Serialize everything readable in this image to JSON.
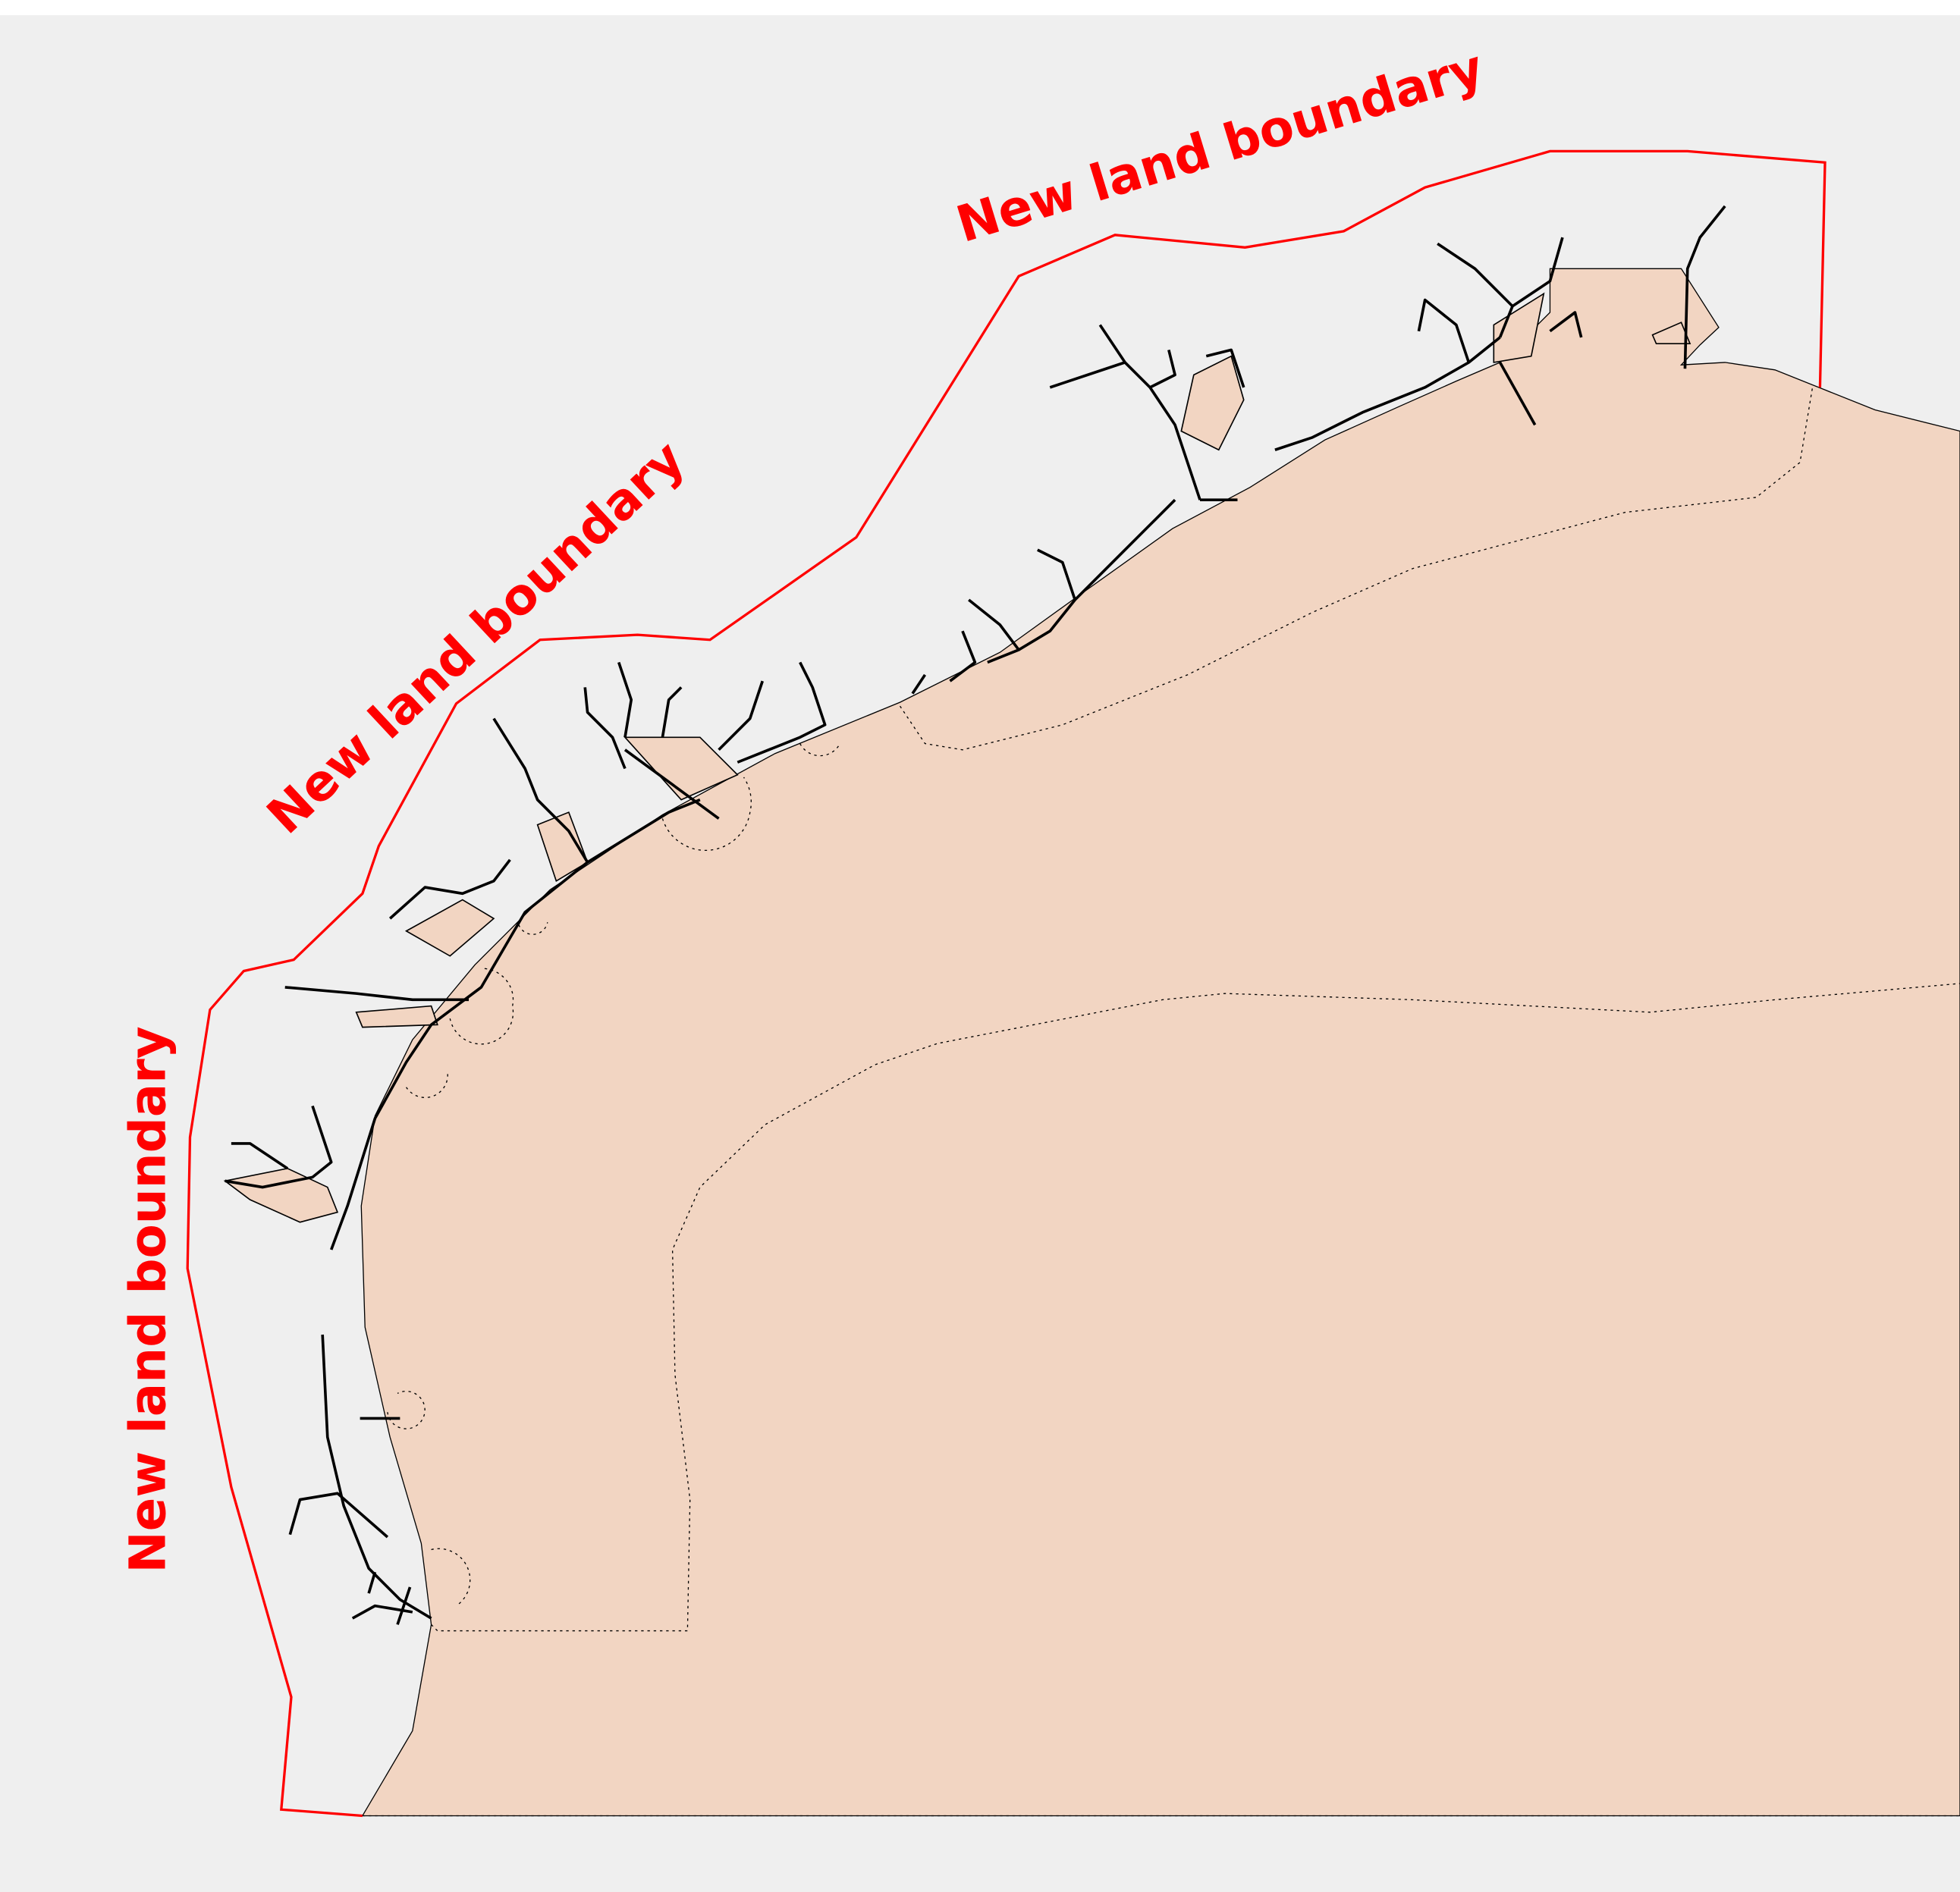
{
  "map": {
    "labels": [
      "New land boundary",
      "New land boundary",
      "New land boundary"
    ],
    "colors": {
      "background": "#efefef",
      "domain_fill": "#f2d5c2",
      "new_boundary": "#ff0000",
      "mesh_lines": "#000000"
    }
  }
}
